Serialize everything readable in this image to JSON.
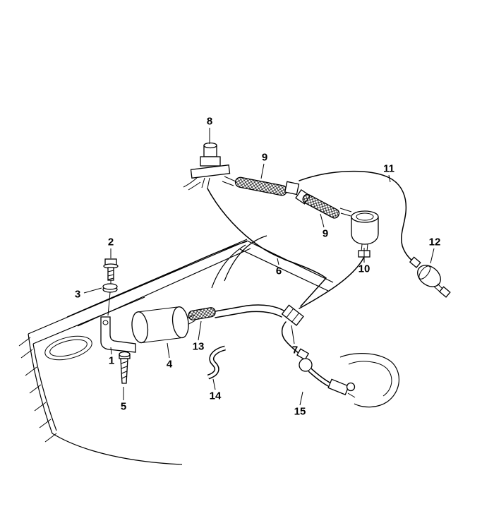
{
  "figure": {
    "background_color": "#ffffff",
    "line_color": "#000000",
    "label_color": "#000000"
  },
  "labels": [
    {
      "text": "8"
    },
    {
      "text": "9"
    },
    {
      "text": "11"
    },
    {
      "text": "9"
    },
    {
      "text": "2"
    },
    {
      "text": "10"
    },
    {
      "text": "12"
    },
    {
      "text": "3"
    },
    {
      "text": "6"
    },
    {
      "text": "1"
    },
    {
      "text": "4"
    },
    {
      "text": "13"
    },
    {
      "text": "5"
    },
    {
      "text": "14"
    },
    {
      "text": "7"
    },
    {
      "text": "15"
    }
  ]
}
